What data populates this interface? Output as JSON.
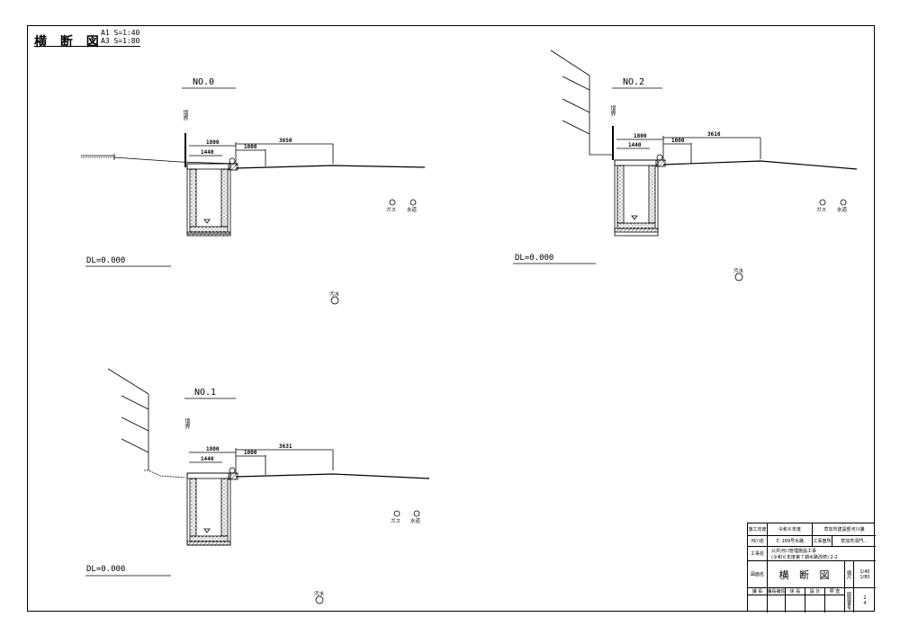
{
  "drawing": {
    "title": "横 断 図",
    "scale_a1": "A1 S=1:40",
    "scale_a3": "A3 S=1:80"
  },
  "sections": {
    "no0": {
      "label": "NO.0",
      "boundary": "境界",
      "dims": [
        "1800",
        "1440",
        "1000",
        "3650"
      ],
      "datum": "DL=0.000",
      "gas": "ガス",
      "water": "水道",
      "sewer": "汚水"
    },
    "no1": {
      "label": "NO.1",
      "boundary": "境界",
      "dims": [
        "1800",
        "1440",
        "1000",
        "3631"
      ],
      "datum": "DL=0.000",
      "gas": "ガス",
      "water": "水道",
      "sewer": "汚水"
    },
    "no2": {
      "label": "NO.2",
      "boundary": "境界",
      "dims": [
        "1800",
        "1440",
        "1000",
        "3610"
      ],
      "datum": "DL=0.000",
      "gas": "ガス",
      "water": "水道",
      "sewer": "汚水"
    }
  },
  "title_block": {
    "year_label": "施工年度",
    "year": "令和６年度",
    "office": "草加市建設部河川課",
    "river_label": "河川名",
    "river": "Ｅ-189号水路",
    "place_label": "工事箇所",
    "place": "草加市清門...",
    "work_label": "工事名",
    "work_line1": "公共河川管理施設工事",
    "work_line2": "(令和６年度第７期水路改修) 2-2",
    "drawing_label": "図面名",
    "drawing_name": "横 断 図",
    "scale_label": "縮尺",
    "scale_1": "1/40",
    "scale_2": "1/80",
    "footer": [
      "課 長",
      "課長補佐",
      "係 長",
      "設 計",
      "照 査"
    ],
    "sheet_label": "図面番号",
    "sheet_no": "2",
    "sheet_total": "4"
  }
}
